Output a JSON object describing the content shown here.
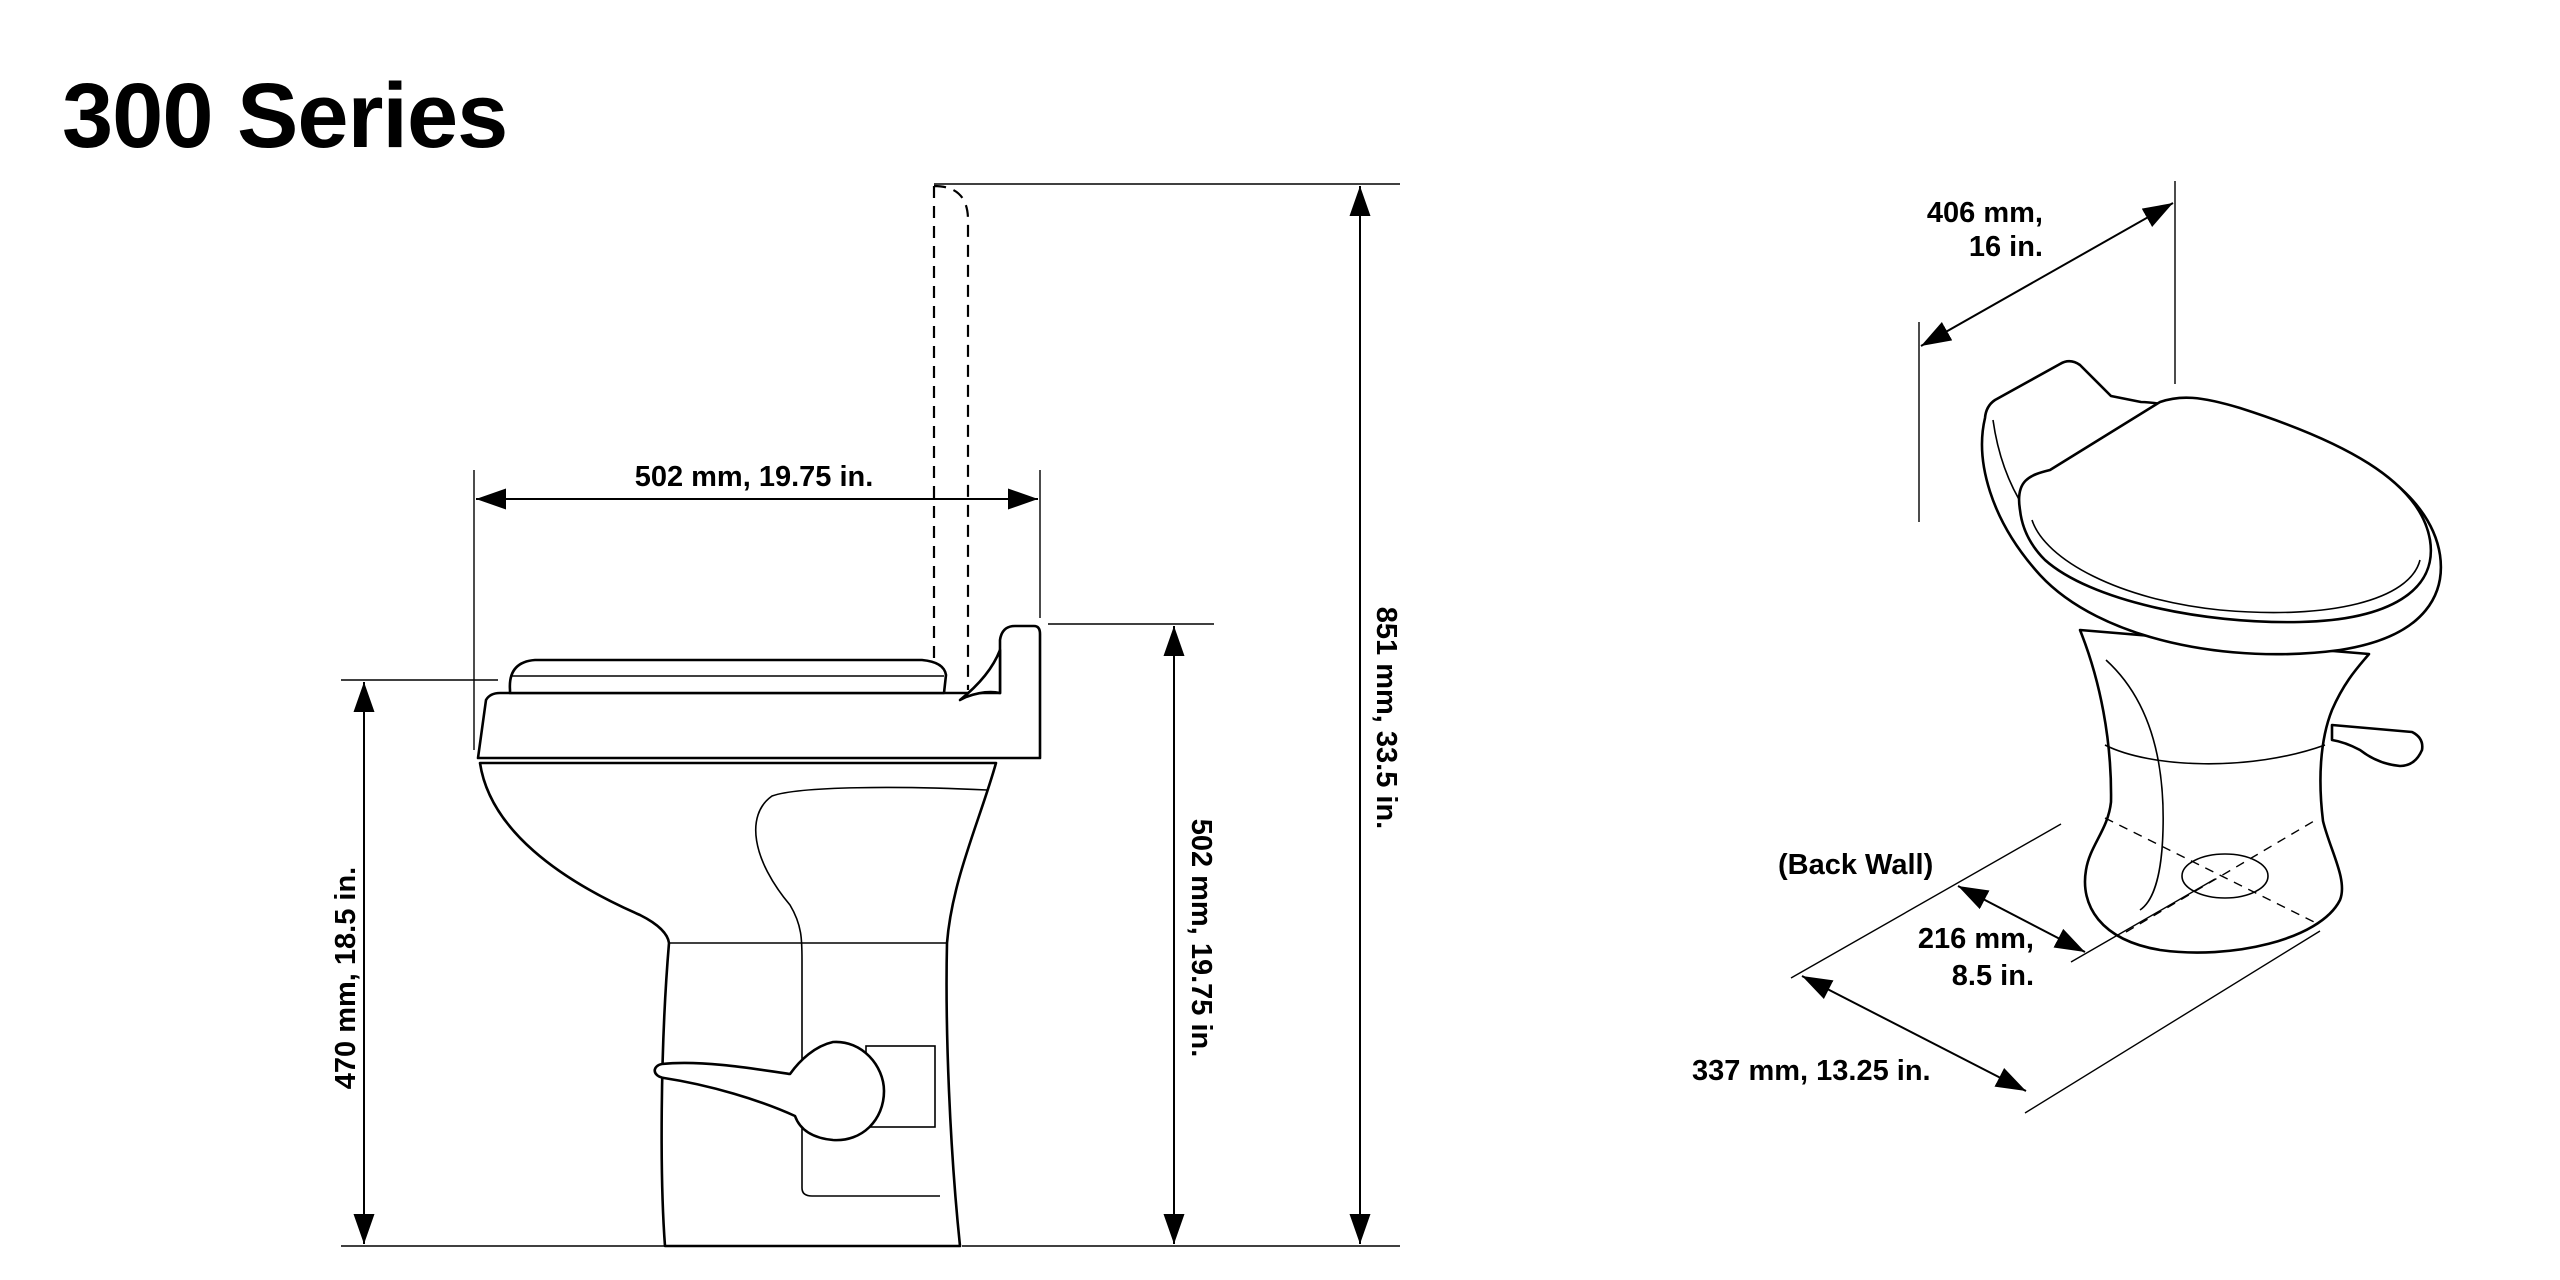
{
  "title": "300 Series",
  "side_view": {
    "width_label": "502 mm, 19.75 in.",
    "seat_height_label": "470 mm, 18.5 in.",
    "rim_height_label": "502 mm, 19.75 in.",
    "overall_height_label": "851 mm, 33.5 in."
  },
  "iso_view": {
    "width_label_line1": "406 mm,",
    "width_label_line2": "16 in.",
    "back_wall_label": "(Back Wall)",
    "flange_label_line1": "216 mm,",
    "flange_label_line2": "8.5 in.",
    "depth_label": "337 mm, 13.25 in."
  }
}
